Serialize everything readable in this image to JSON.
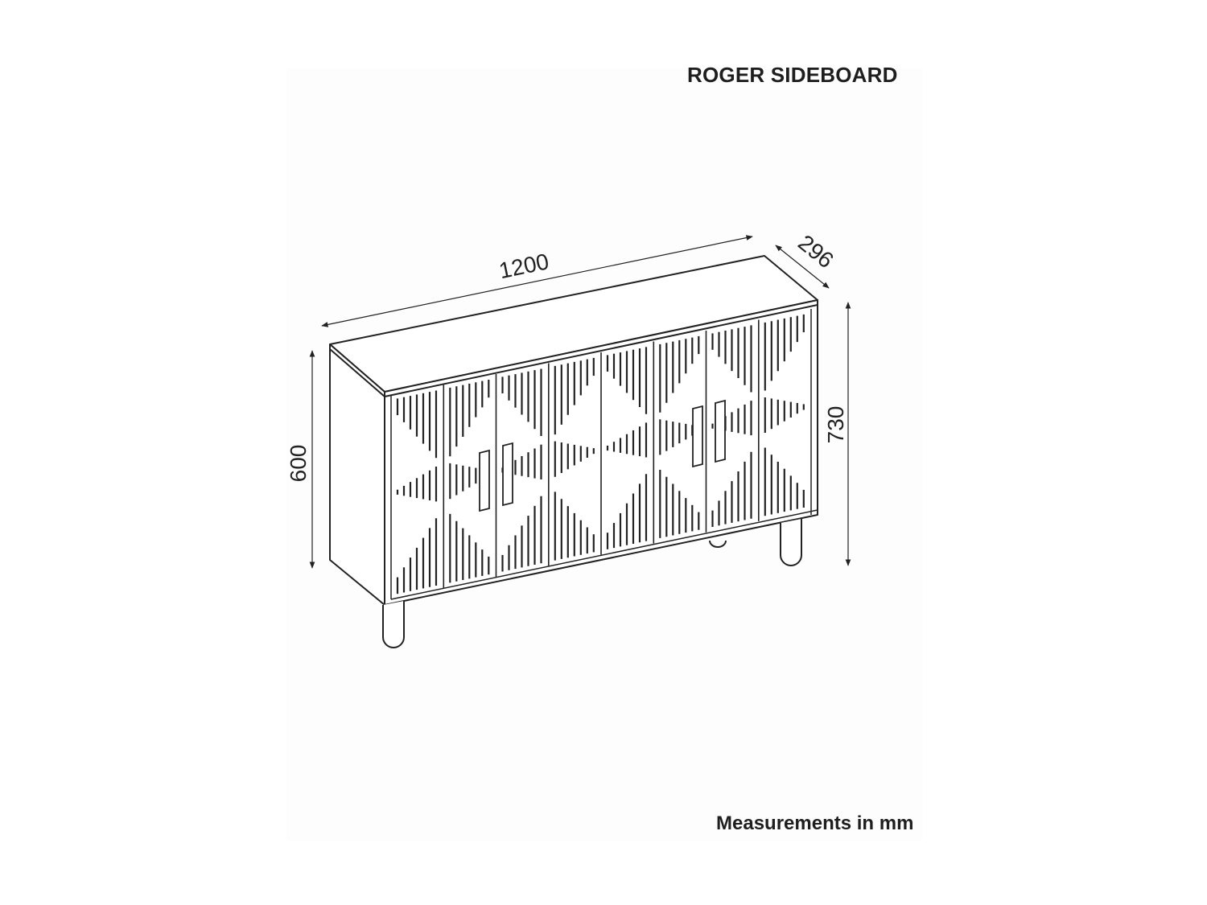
{
  "title": "ROGER SIDEBOARD",
  "dimensions": {
    "width": "1200",
    "depth": "296",
    "height_total": "730",
    "height_body": "600"
  },
  "note": "Measurements in mm",
  "colors": {
    "line": "#222222",
    "background": "#ffffff"
  }
}
